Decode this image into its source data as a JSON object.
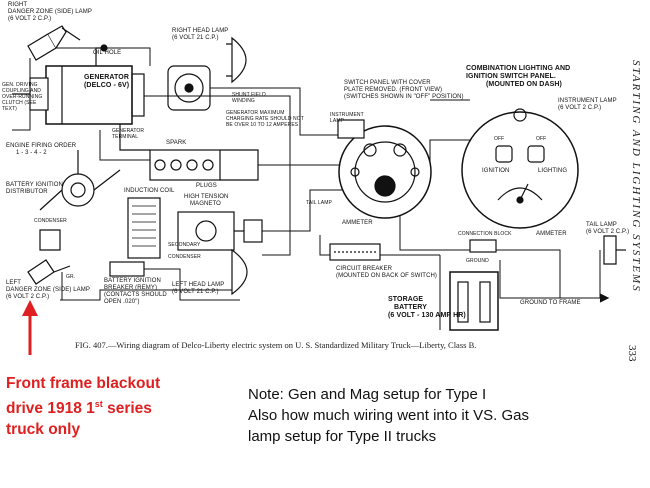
{
  "diagram": {
    "labels": {
      "right_danger_lamp": "RIGHT",
      "right_danger_lamp2": "DANGER ZONE (SIDE) LAMP",
      "right_danger_lamp3": "(6 VOLT 2 C.P.)",
      "oil_hole": "OIL HOLE",
      "gen_drive": "GEN. DRIVING",
      "gen_drive2": "COUPLING AND",
      "gen_drive3": "OVER-RUNNING",
      "gen_drive4": "CLUTCH (SEE",
      "gen_drive5": "TEXT)",
      "generator": "GENERATOR",
      "generator2": "(DELCO - 6V)",
      "gen_terminal": "GENERATOR",
      "gen_terminal2": "TERMINAL",
      "shunt_field": "SHUNT FIELD",
      "shunt_field2": "WINDING",
      "gen_max": "GENERATOR MAXIMUM",
      "gen_max2": "CHARGING RATE SHOULD NOT",
      "gen_max3": "BE OVER 10 TO 12 AMPERES",
      "right_head_lamp": "RIGHT HEAD LAMP",
      "right_head_lamp2": "(6 VOLT 21 C.P.)",
      "firing_order": "ENGINE FIRING ORDER",
      "firing_order2": "1 - 3 - 4 - 2",
      "battery_ign_dist": "BATTERY IGNITION",
      "battery_ign_dist2": "DISTRIBUTOR",
      "spark": "SPARK",
      "plugs": "PLUGS",
      "induction_coil": "INDUCTION COIL",
      "high_tension": "HIGH TENSION",
      "magneto": "MAGNETO",
      "secondary": "SECONDARY",
      "condenser": "CONDENSER",
      "condenser2": "CONDENSER",
      "battery_ign_breaker": "BATTERY IGNITION",
      "battery_ign_breaker2": "BREAKER (REMY)",
      "battery_ign_breaker3": "(CONTACTS SHOULD",
      "battery_ign_breaker4": "OPEN .020\")",
      "left_head_lamp": "LEFT HEAD LAMP",
      "left_head_lamp2": "(6 VOLT 21 C.P.)",
      "left_danger_lamp": "LEFT",
      "left_danger_lamp2": "DANGER ZONE (SIDE) LAMP",
      "left_danger_lamp3": "(6 VOLT 2 C.P.)",
      "gr": "GR.",
      "switch_panel": "SWITCH PANEL WITH COVER",
      "switch_panel2": "PLATE REMOVED. (FRONT VIEW)",
      "switch_panel3": "(SWITCHES SHOWN IN \"OFF\" POSITION)",
      "instrument_lamp_small": "INSTRUMENT",
      "instrument_lamp_small2": "LAMP",
      "tail_lamp_small": "TAIL LAMP",
      "ammeter": "AMMETER",
      "circuit_breaker": "CIRCUIT BREAKER",
      "circuit_breaker2": "(MOUNTED ON BACK OF SWITCH)",
      "storage_battery": "STORAGE",
      "storage_battery2": "BATTERY",
      "storage_battery3": "(6 VOLT - 130 AMP HR)",
      "combo_switch": "COMBINATION LIGHTING AND",
      "combo_switch2": "IGNITION SWITCH PANEL.",
      "combo_switch3": "(MOUNTED ON DASH)",
      "instrument_lamp": "INSTRUMENT LAMP",
      "instrument_lamp2": "(6 VOLT 2 C.P.)",
      "ignition": "IGNITION",
      "lighting": "LIGHTING",
      "off1": "OFF",
      "off2": "OFF",
      "ammeter2": "AMMETER",
      "connection_block": "CONNECTION BLOCK",
      "ground": "GROUND",
      "tail_lamp": "TAIL LAMP",
      "tail_lamp2": "(6 VOLT 2 C.P.)",
      "ground_to_frame": "GROUND TO FRAME"
    },
    "side_title": "STARTING AND LIGHTING SYSTEMS",
    "page_number": "333",
    "caption": "FIG. 407.—Wiring diagram of Delco-Liberty electric system on U. S. Standardized Military Truck—Liberty, Class B."
  },
  "annotations": {
    "red_note_line1": "Front frame blackout",
    "red_note_line2a": "drive 1918  1",
    "red_note_line2sup": "st",
    "red_note_line2b": " series",
    "red_note_line3": "truck only",
    "black_note_line1": "Note: Gen and Mag setup for Type I",
    "black_note_line2": "Also how much wiring went into it VS. Gas",
    "black_note_line3": "lamp setup for Type II trucks",
    "arrow_color": "#e02020",
    "note_color": "#e02020"
  }
}
